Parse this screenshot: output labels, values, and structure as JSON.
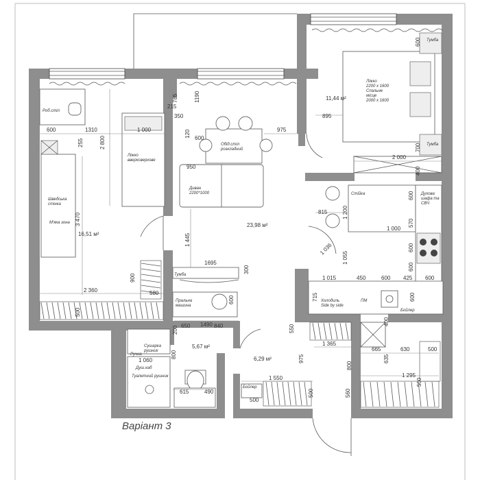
{
  "caption": "Варіант 3",
  "areas": {
    "kids_room": "16,51 м²",
    "living_kitchen": "23,98 м²",
    "bedroom": "11,44 м²",
    "bathroom": "5,67 м²",
    "hall": "6,29 м²"
  },
  "labels": {
    "desk": "Роб.стіл",
    "loft_bed": "Ліжко\nвверхсверхове",
    "swedish_wall": "Шведська\nстінка",
    "soft_zone": "М'яка зона",
    "dining_table": "Обід.стіл\nрозкладний",
    "sofa": "Диван\n2200*1000",
    "tumba1": "Тумба",
    "tumba2": "Тумба",
    "tumba3": "Тумба",
    "bed": "Ліжко\n2200 х 1600\nСпальне\nмісце\n2000 х 1600",
    "counter": "Стійка",
    "oven": "Духова\nшафа та\nСВЧ",
    "fridge": "Холодиль\nSide by side",
    "dishwasher": "ПМ",
    "boiler1": "Бойлер",
    "boiler2": "Бойлер",
    "washing": "Пральна\nмашина",
    "shower": "Душ.каб",
    "dryer": "Сушарка\nрушник",
    "towel": "Туалетний рушник",
    "ruchna": "Ручна"
  },
  "dimensions": [
    "600",
    "1310",
    "1 000",
    "2 800",
    "255",
    "3 470",
    "2 360",
    "900",
    "580",
    "500",
    "215",
    "350",
    "600",
    "1190",
    "120",
    "950",
    "975",
    "1 445",
    "1695",
    "300",
    "600",
    "600",
    "895",
    "700",
    "2 000",
    "400",
    "815",
    "1 200",
    "1 000",
    "600",
    "570",
    "600",
    "600",
    "1 036",
    "1 055",
    "1 015",
    "450",
    "600",
    "425",
    "600",
    "715",
    "600",
    "650",
    "840",
    "1490",
    "200",
    "1 060",
    "800",
    "615",
    "490",
    "550",
    "1 365",
    "975",
    "665",
    "630",
    "500",
    "400",
    "635",
    "1 295",
    "500",
    "800",
    "560",
    "1 550",
    "500",
    "500",
    "785"
  ]
}
